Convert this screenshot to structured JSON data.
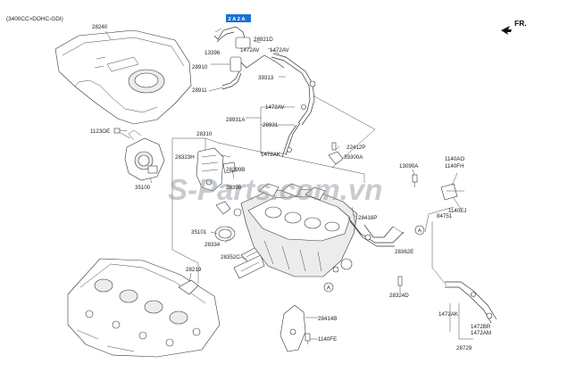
{
  "header": {
    "engine": "(3400CC>DOHC-GDI)"
  },
  "direction": {
    "label": "FR."
  },
  "highlight": {
    "label": "2 A 2 A"
  },
  "watermark": {
    "text": "S-Parts.com.vn"
  },
  "callouts": {
    "p28240": "28240",
    "p28921D": "28921D",
    "p1472AV_a": "1472AV",
    "p1472AV_b": "1472AV",
    "p13396": "13396",
    "p28910": "28910",
    "p28911": "28911",
    "p39313": "39313",
    "p1472AV_c": "1472AV",
    "p28931A": "28931A",
    "p28931": "28931",
    "p1472AK_a": "1472AK",
    "p1123OE": "1123OE",
    "p28310": "28310",
    "p28323H": "28323H",
    "p28399B": "28399B",
    "p28398": "28398",
    "p22412P": "22412P",
    "p39300A": "39300A",
    "p13090A": "13090A",
    "p1140AO": "1140AO",
    "p1140FH": "1140FH",
    "p35100": "35100",
    "p1140EJ": "1140EJ",
    "p28416P": "28416P",
    "p84751": "84751",
    "p35101": "35101",
    "p28334": "28334",
    "p28352C": "28352C",
    "p28362E": "28362E",
    "p28219": "28219",
    "p28324D": "28324D",
    "p28414B": "28414B",
    "p1140FE": "1140FE",
    "p1472AK_b": "1472AK",
    "p1472BR": "1472BR",
    "p1472AM": "1472AM",
    "p28729": "28729",
    "refA1": "A",
    "refA2": "A"
  }
}
